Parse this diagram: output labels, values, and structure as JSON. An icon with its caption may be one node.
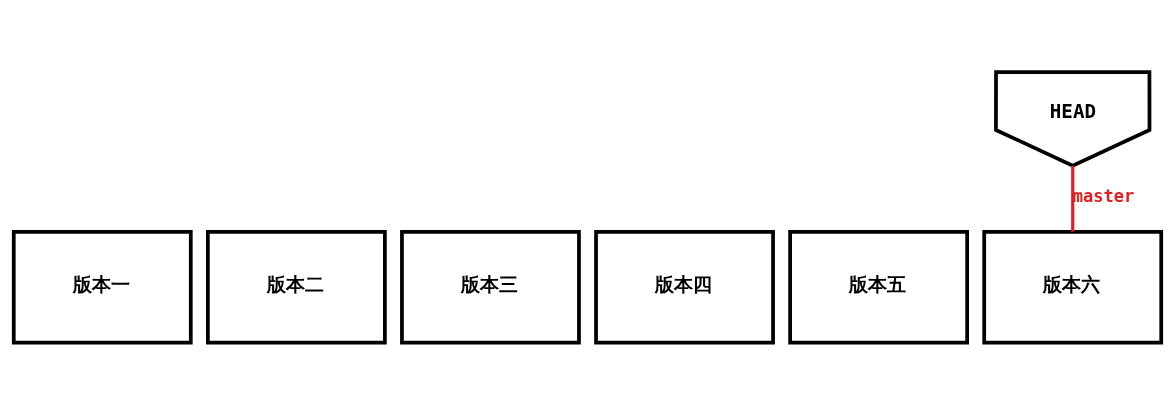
{
  "diagram": {
    "nodes": [
      {
        "text": [
          "HEAD"
        ]
      },
      {
        "text": [
          "版本一"
        ]
      },
      {
        "text": [
          "版本二"
        ]
      },
      {
        "text": [
          "版本三"
        ]
      },
      {
        "text": [
          "版本四"
        ]
      },
      {
        "text": [
          "版本五"
        ]
      },
      {
        "text": [
          "版本六"
        ]
      }
    ],
    "edges": [
      {
        "from": 0,
        "to": 6,
        "arrow": "none",
        "label": "master",
        "color": "#e02020"
      }
    ]
  }
}
